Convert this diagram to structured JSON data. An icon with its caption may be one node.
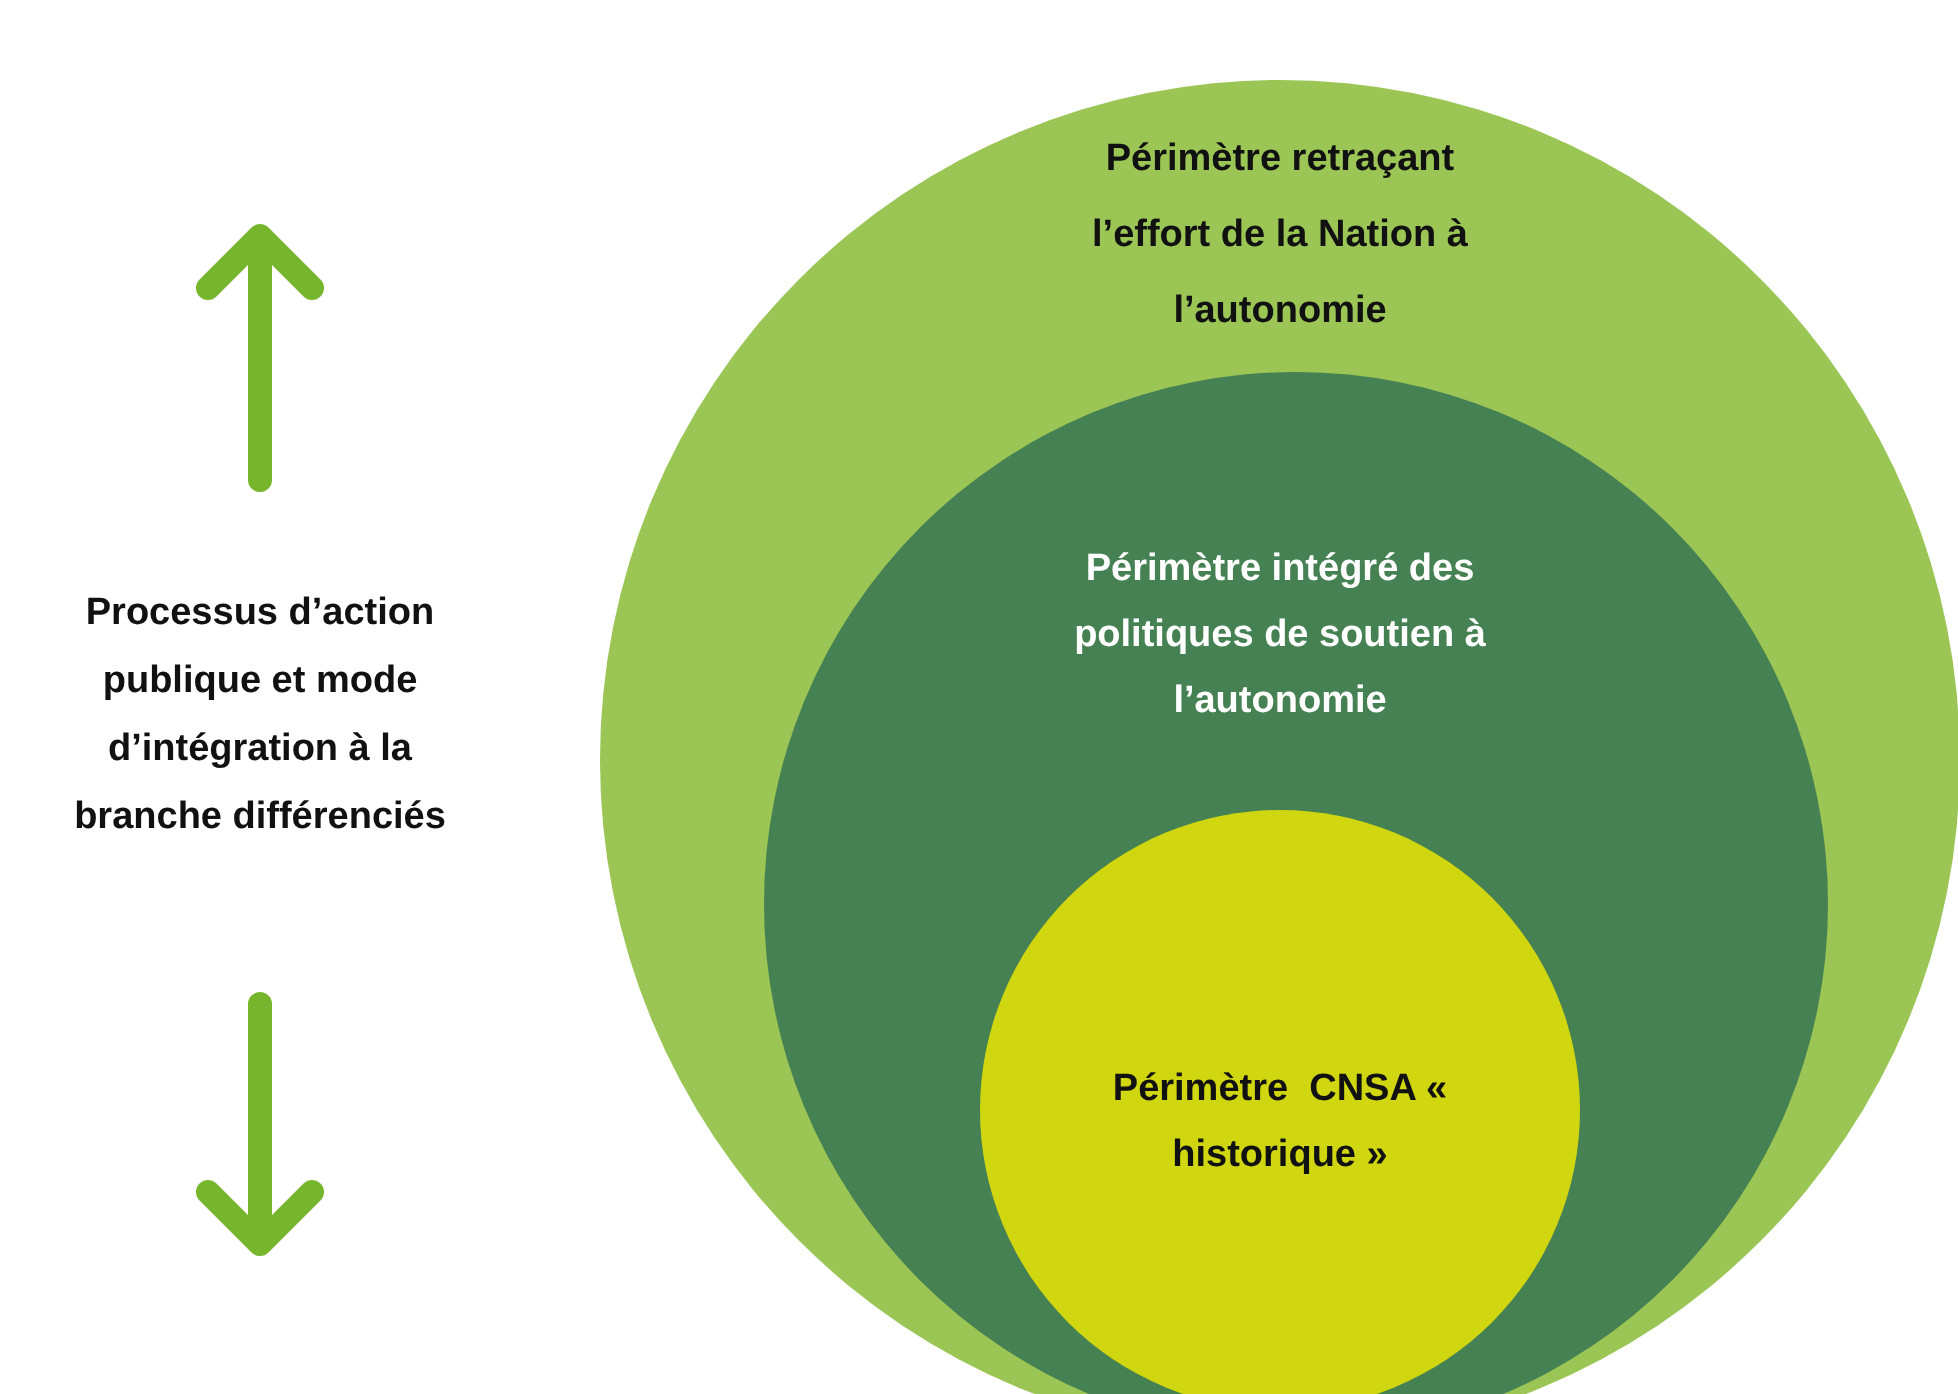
{
  "diagram": {
    "nodes": [
      {
        "text": [
          "Périmètre retraçant l’effort de la Nation à l’autonomie"
        ]
      },
      {
        "text": [
          "Périmètre intégré des politiques de soutien à l’autonomie"
        ],
        "in": 0
      },
      {
        "text": [
          "Périmètre  CNSA « historique »"
        ],
        "in": 1
      }
    ],
    "labels": [
      "Processus d’action publique et mode d’intégration à la branche différenciés"
    ]
  }
}
